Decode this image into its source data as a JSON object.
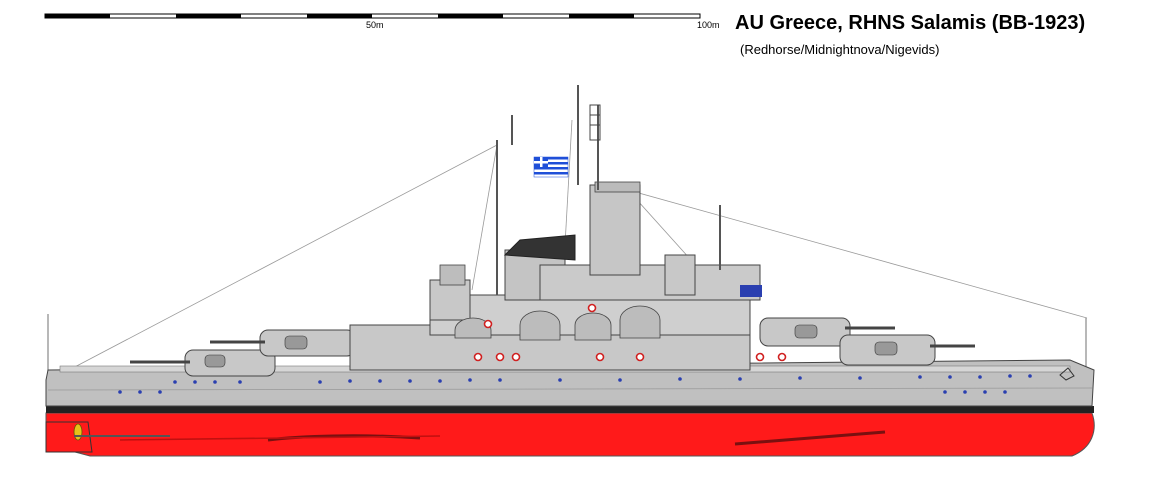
{
  "header": {
    "title": "AU Greece, RHNS Salamis (BB-1923)",
    "credits": "(Redhorse/Midnightnova/Nigevids)"
  },
  "scale": {
    "mid_label": "50m",
    "end_label": "100m"
  },
  "colors": {
    "hull_grey": "#c0c0c0",
    "superstructure_grey": "#c8c8c8",
    "waterline_red": "#ff1a1a",
    "boot_top": "#1a1a1a",
    "flag_blue": "#1f4fd8",
    "porthole_blue": "#2a3fb0"
  }
}
